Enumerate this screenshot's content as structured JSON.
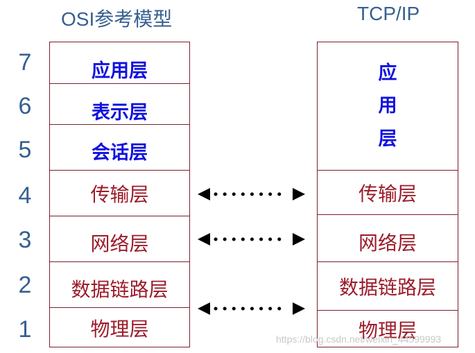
{
  "headers": {
    "osi": "OSI参考模型",
    "tcpip": "TCP/IP"
  },
  "layer_numbers": [
    "7",
    "6",
    "5",
    "4",
    "3",
    "2",
    "1"
  ],
  "osi_layers": [
    "应用层",
    "表示层",
    "会话层",
    "传输层",
    "网络层",
    "数据链路层",
    "物理层"
  ],
  "tcpip_layers": {
    "application": [
      "应",
      "用",
      "层"
    ],
    "transport": "传输层",
    "network": "网络层",
    "datalink": "数据链路层",
    "physical": "物理层"
  },
  "watermark": "https://blog.csdn.net/weixin_44599993",
  "colors": {
    "title": "#365f91",
    "border": "#7a1f2b",
    "upper_text": "#1010e0",
    "lower_text": "#9b1c2b"
  }
}
